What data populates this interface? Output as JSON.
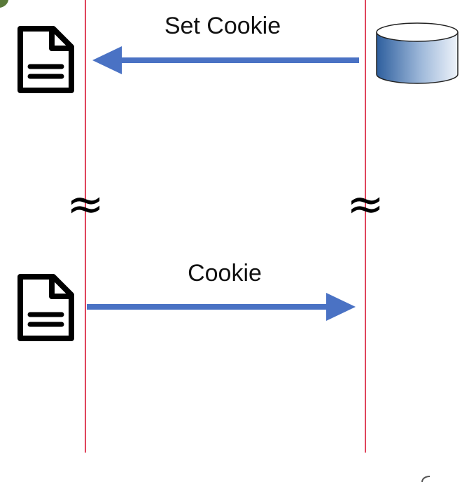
{
  "diagram": {
    "messages": [
      {
        "label": "Set Cookie",
        "direction": "left"
      },
      {
        "label": "Cookie",
        "direction": "right"
      }
    ],
    "break_symbol": "≈",
    "icons": {
      "client_top": "document-icon",
      "client_bottom": "document-icon",
      "server": "database-icon"
    },
    "colors": {
      "lifeline": "#e0445c",
      "arrow": "#4a72c4",
      "icon_stroke": "#000000",
      "db_dark": "#2e5f9e",
      "db_light": "#eef3fa"
    }
  }
}
